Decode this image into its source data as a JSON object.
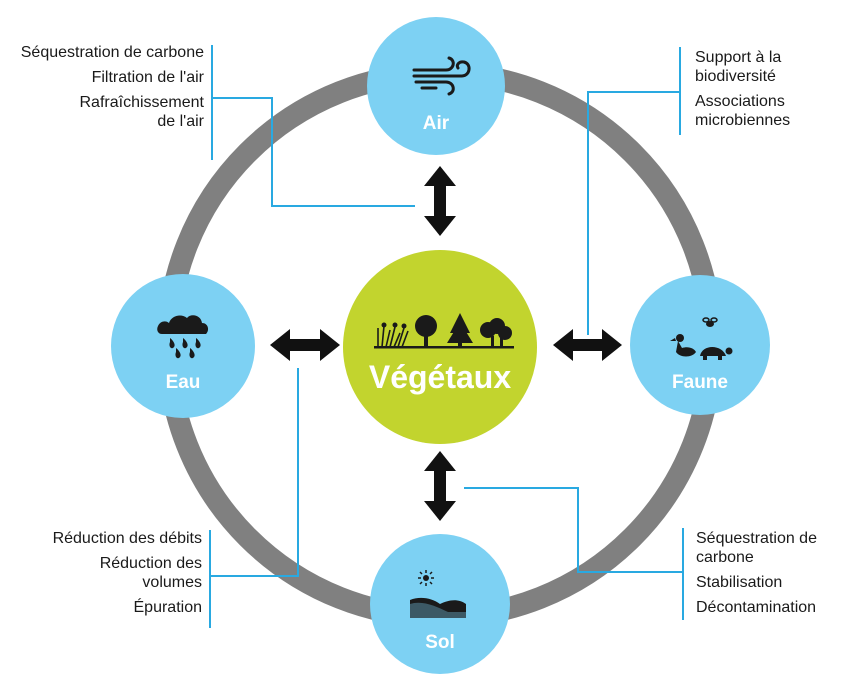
{
  "center": {
    "label": "Végétaux",
    "color": "#c2d42e"
  },
  "nodes": {
    "air": {
      "label": "Air"
    },
    "eau": {
      "label": "Eau"
    },
    "faune": {
      "label": "Faune"
    },
    "sol": {
      "label": "Sol"
    }
  },
  "colors": {
    "node": "#7dd1f3",
    "ring": "#808080",
    "connector": "#29a9e1",
    "arrow": "#111111"
  },
  "icons": {
    "air": "wind-icon",
    "eau": "rain-cloud-icon",
    "faune": "duck-turtle-bee-icon",
    "sol": "sun-hills-icon",
    "center": "plants-trees-icon"
  },
  "benefits": {
    "air": [
      "Séquestration de carbone",
      "Filtration de l'air",
      "Rafraîchissement de l'air"
    ],
    "faune": [
      "Support à la biodiversité",
      "Associations microbiennes"
    ],
    "eau": [
      "Réduction des débits",
      "Réduction des volumes",
      "Épuration"
    ],
    "sol": [
      "Séquestration de carbone",
      "Stabilisation",
      "Décontamination"
    ]
  }
}
